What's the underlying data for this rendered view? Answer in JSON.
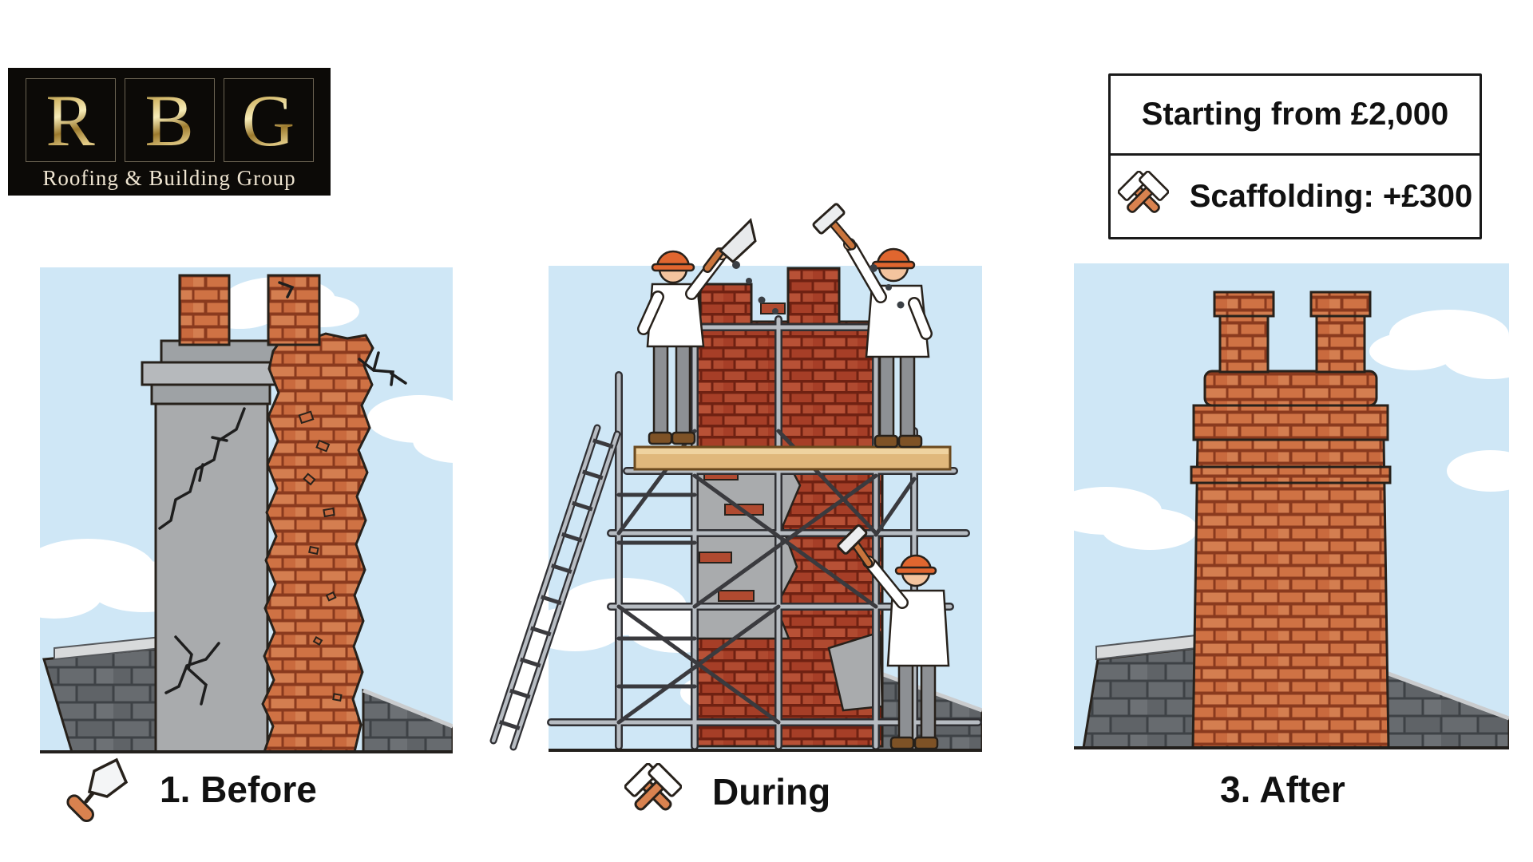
{
  "logo": {
    "letters": [
      "R",
      "B",
      "G"
    ],
    "subtitle": "Roofing & Building Group"
  },
  "price_box": {
    "line1": "Starting from £2,000",
    "line2": "Scaffolding: +£300",
    "icon": "crossed-hammers-icon"
  },
  "panels": [
    {
      "id": "before",
      "caption": "1. Before",
      "icon": "trowel-icon",
      "alt": "Damaged chimney: cracked grey render, crumbling exposed brick, falling brick pieces"
    },
    {
      "id": "during",
      "caption": "During",
      "icon": "crossed-hammers-icon",
      "alt": "Chimney being rebuilt: scaffolding, ladder and three workers in orange hard hats laying bricks"
    },
    {
      "id": "after",
      "caption": "3. After",
      "icon": "none",
      "alt": "Fully rebuilt red brick chimney with two pots on a slate roof"
    }
  ],
  "colors": {
    "sky": "#cfe7f6",
    "brick": "#cf7244",
    "brick_mortar": "#8a3a1e",
    "fresh_brick": "#b04a30",
    "render_grey": "#a9abad",
    "roof_slate": "#676b6f",
    "outline": "#27211b",
    "scaffold": "#b7bcc2",
    "wood_plank": "#e0b87c",
    "hard_hat": "#e0662f",
    "logo_gold": "#d4b96a",
    "logo_bg": "#0c0a07"
  }
}
